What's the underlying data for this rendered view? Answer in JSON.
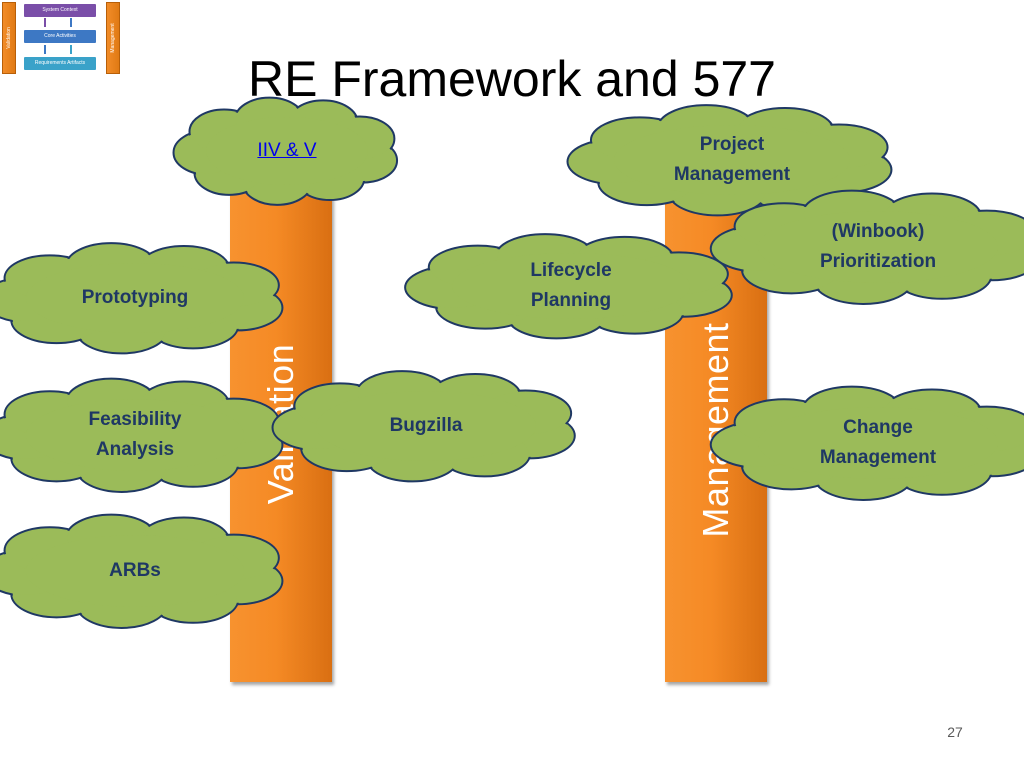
{
  "slide": {
    "title": "RE Framework and 577",
    "page_number": "27"
  },
  "thumbnail": {
    "left_label": "Validation",
    "right_label": "Management",
    "boxes": [
      "System Context",
      "Core Activities",
      "Requirements Artifacts"
    ]
  },
  "columns": {
    "validation": "Validation",
    "management": "Management"
  },
  "clouds": {
    "iivv": "IIV & V",
    "prototyping": "Prototyping",
    "feasibility_1": "Feasibility",
    "feasibility_2": "Analysis",
    "arbs": "ARBs",
    "bugzilla": "Bugzilla",
    "lifecycle_1": "Lifecycle",
    "lifecycle_2": "Planning",
    "project_1": "Project",
    "project_2": "Management",
    "winbook_1": "(Winbook)",
    "winbook_2": "Prioritization",
    "change_1": "Change",
    "change_2": "Management"
  },
  "colors": {
    "column_orange": "#f58a25",
    "cloud_fill": "#9bbb59",
    "cloud_stroke": "#1f3864",
    "link": "#0000ee"
  }
}
